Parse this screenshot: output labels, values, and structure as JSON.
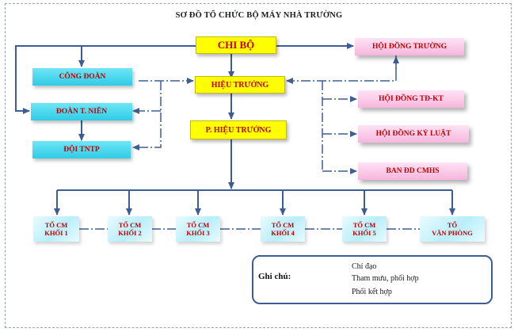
{
  "diagram": {
    "title": "SƠ ĐỒ TỔ CHỨC BỘ MÁY NHÀ TRƯỜNG",
    "nodes": {
      "chi_bo": "CHI BỘ",
      "hieu_truong": "HIỆU TRƯỞNG",
      "p_hieu_truong": "P. HIỆU TRƯỞNG",
      "cong_doan": "CÔNG ĐOÀN",
      "doan_thanh_nien": "ĐOÀN T. NIÊN",
      "doi_tntp": "ĐỘI TNTP",
      "hoi_dong_truong": "HỘI ĐỒNG TRƯỜNG",
      "hoi_dong_td_kt": "HỘI ĐỒNG TĐ-KT",
      "hoi_dong_ky_luat": "HỘI ĐỒNG KỶ LUẬT",
      "ban_dd_cmhs": "BAN ĐD CMHS"
    },
    "groups": [
      {
        "line1": "TỔ CM",
        "line2": "KHỐI 1"
      },
      {
        "line1": "TỔ CM",
        "line2": "KHỐI 2"
      },
      {
        "line1": "TỔ CM",
        "line2": "KHỐI 3"
      },
      {
        "line1": "TỔ CM",
        "line2": "KHỐI 4"
      },
      {
        "line1": "TỔ CM",
        "line2": "KHỐI 5"
      },
      {
        "line1": "TỔ",
        "line2": "VĂN PHÒNG"
      }
    ],
    "legend": {
      "title": "Ghi chú:",
      "items": [
        {
          "style": "solid-arrow",
          "label": "Chỉ đạo"
        },
        {
          "style": "dashdot-arrow",
          "label": "Tham mưu, phối hợp"
        },
        {
          "style": "dashdot",
          "label": "Phối kết hợp"
        }
      ]
    },
    "colors": {
      "line": "#3e5d95",
      "text_red": "#c20000",
      "yellow": "#ffff00",
      "cyan": "#2fcbe6",
      "pink": "#f7b6dd"
    }
  }
}
